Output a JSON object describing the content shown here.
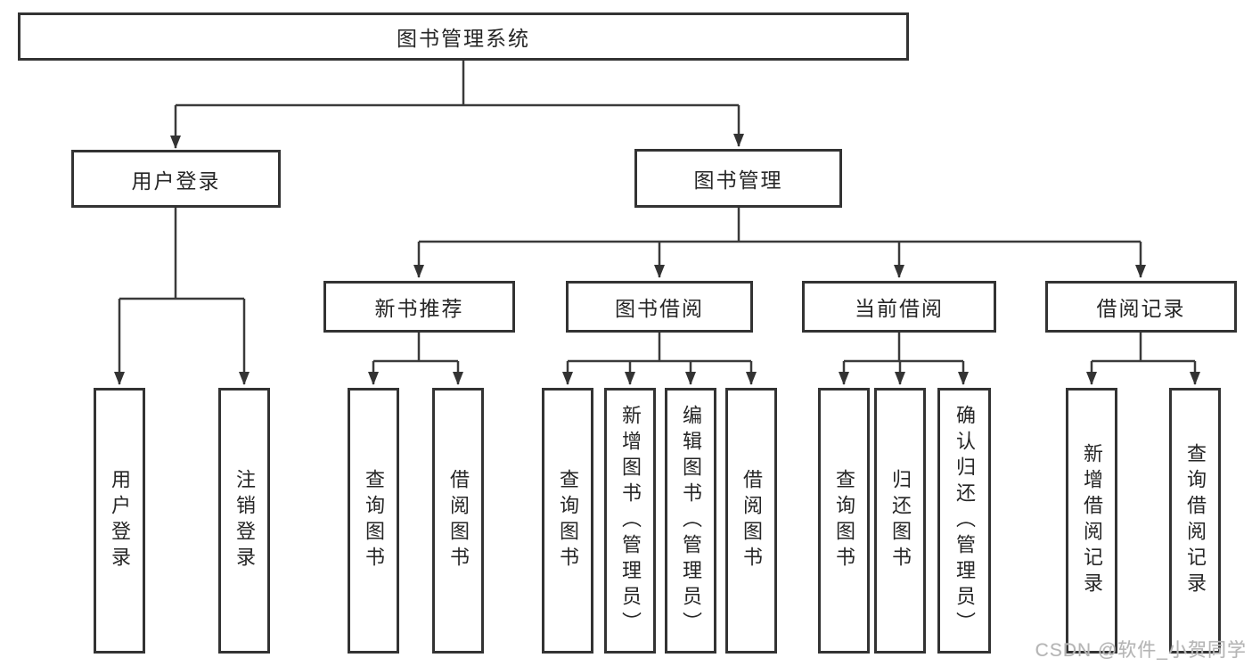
{
  "tree": {
    "label": "图书管理系统",
    "children": [
      {
        "label": "用户登录",
        "children": [
          {
            "label": "用户登录"
          },
          {
            "label": "注销登录"
          }
        ]
      },
      {
        "label": "图书管理",
        "children": [
          {
            "label": "新书推荐",
            "children": [
              {
                "label": "查询图书"
              },
              {
                "label": "借阅图书"
              }
            ]
          },
          {
            "label": "图书借阅",
            "children": [
              {
                "label": "查询图书"
              },
              {
                "label": "新增图书（管理员）"
              },
              {
                "label": "编辑图书（管理员）"
              },
              {
                "label": "借阅图书"
              }
            ]
          },
          {
            "label": "当前借阅",
            "children": [
              {
                "label": "查询图书"
              },
              {
                "label": "归还图书"
              },
              {
                "label": "确认归还（管理员）"
              }
            ]
          },
          {
            "label": "借阅记录",
            "children": [
              {
                "label": "新增借阅记录"
              },
              {
                "label": "查询借阅记录"
              }
            ]
          }
        ]
      }
    ]
  },
  "watermark": {
    "text": "CSDN @软件_小贺同学"
  },
  "colors": {
    "background": "#ffffff",
    "box_border": "#333333",
    "connector_line": "#3a3a3a",
    "text": "#262626",
    "watermark_text": "#b5b5b5"
  }
}
